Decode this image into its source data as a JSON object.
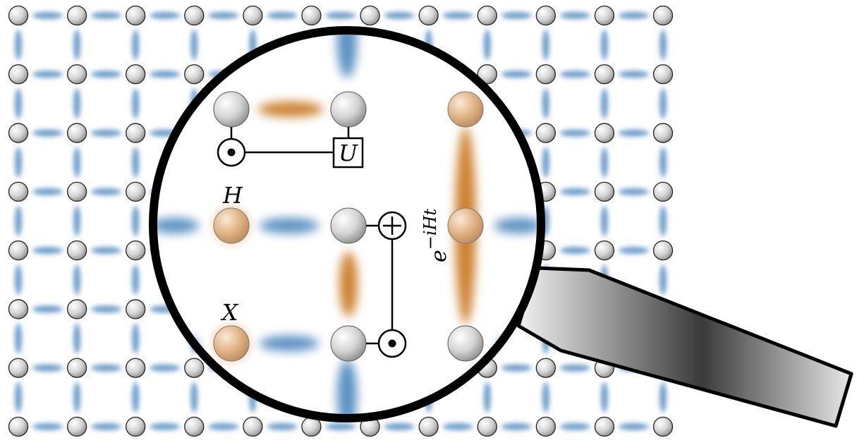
{
  "labels": {
    "u_gate": "U",
    "h_gate": "H",
    "x_gate": "X",
    "evolution_base": "e",
    "evolution_exponent": "−iHt"
  },
  "colors": {
    "lattice_bond": "#3f7fb8",
    "interaction_bond": "#c8761e",
    "atom_light": "#ffffff",
    "atom_dark": "#8a8a8a",
    "lens_rim": "#000000",
    "handle_light": "#f2f2f2",
    "handle_dark": "#3a3a3a"
  },
  "lattice": {
    "columns": 12,
    "rows": 8
  },
  "icons": {
    "atom": "sphere",
    "control": "circled-dot",
    "target": "circled-plus",
    "gate": "boxed-letter",
    "tool": "magnifying-glass"
  }
}
